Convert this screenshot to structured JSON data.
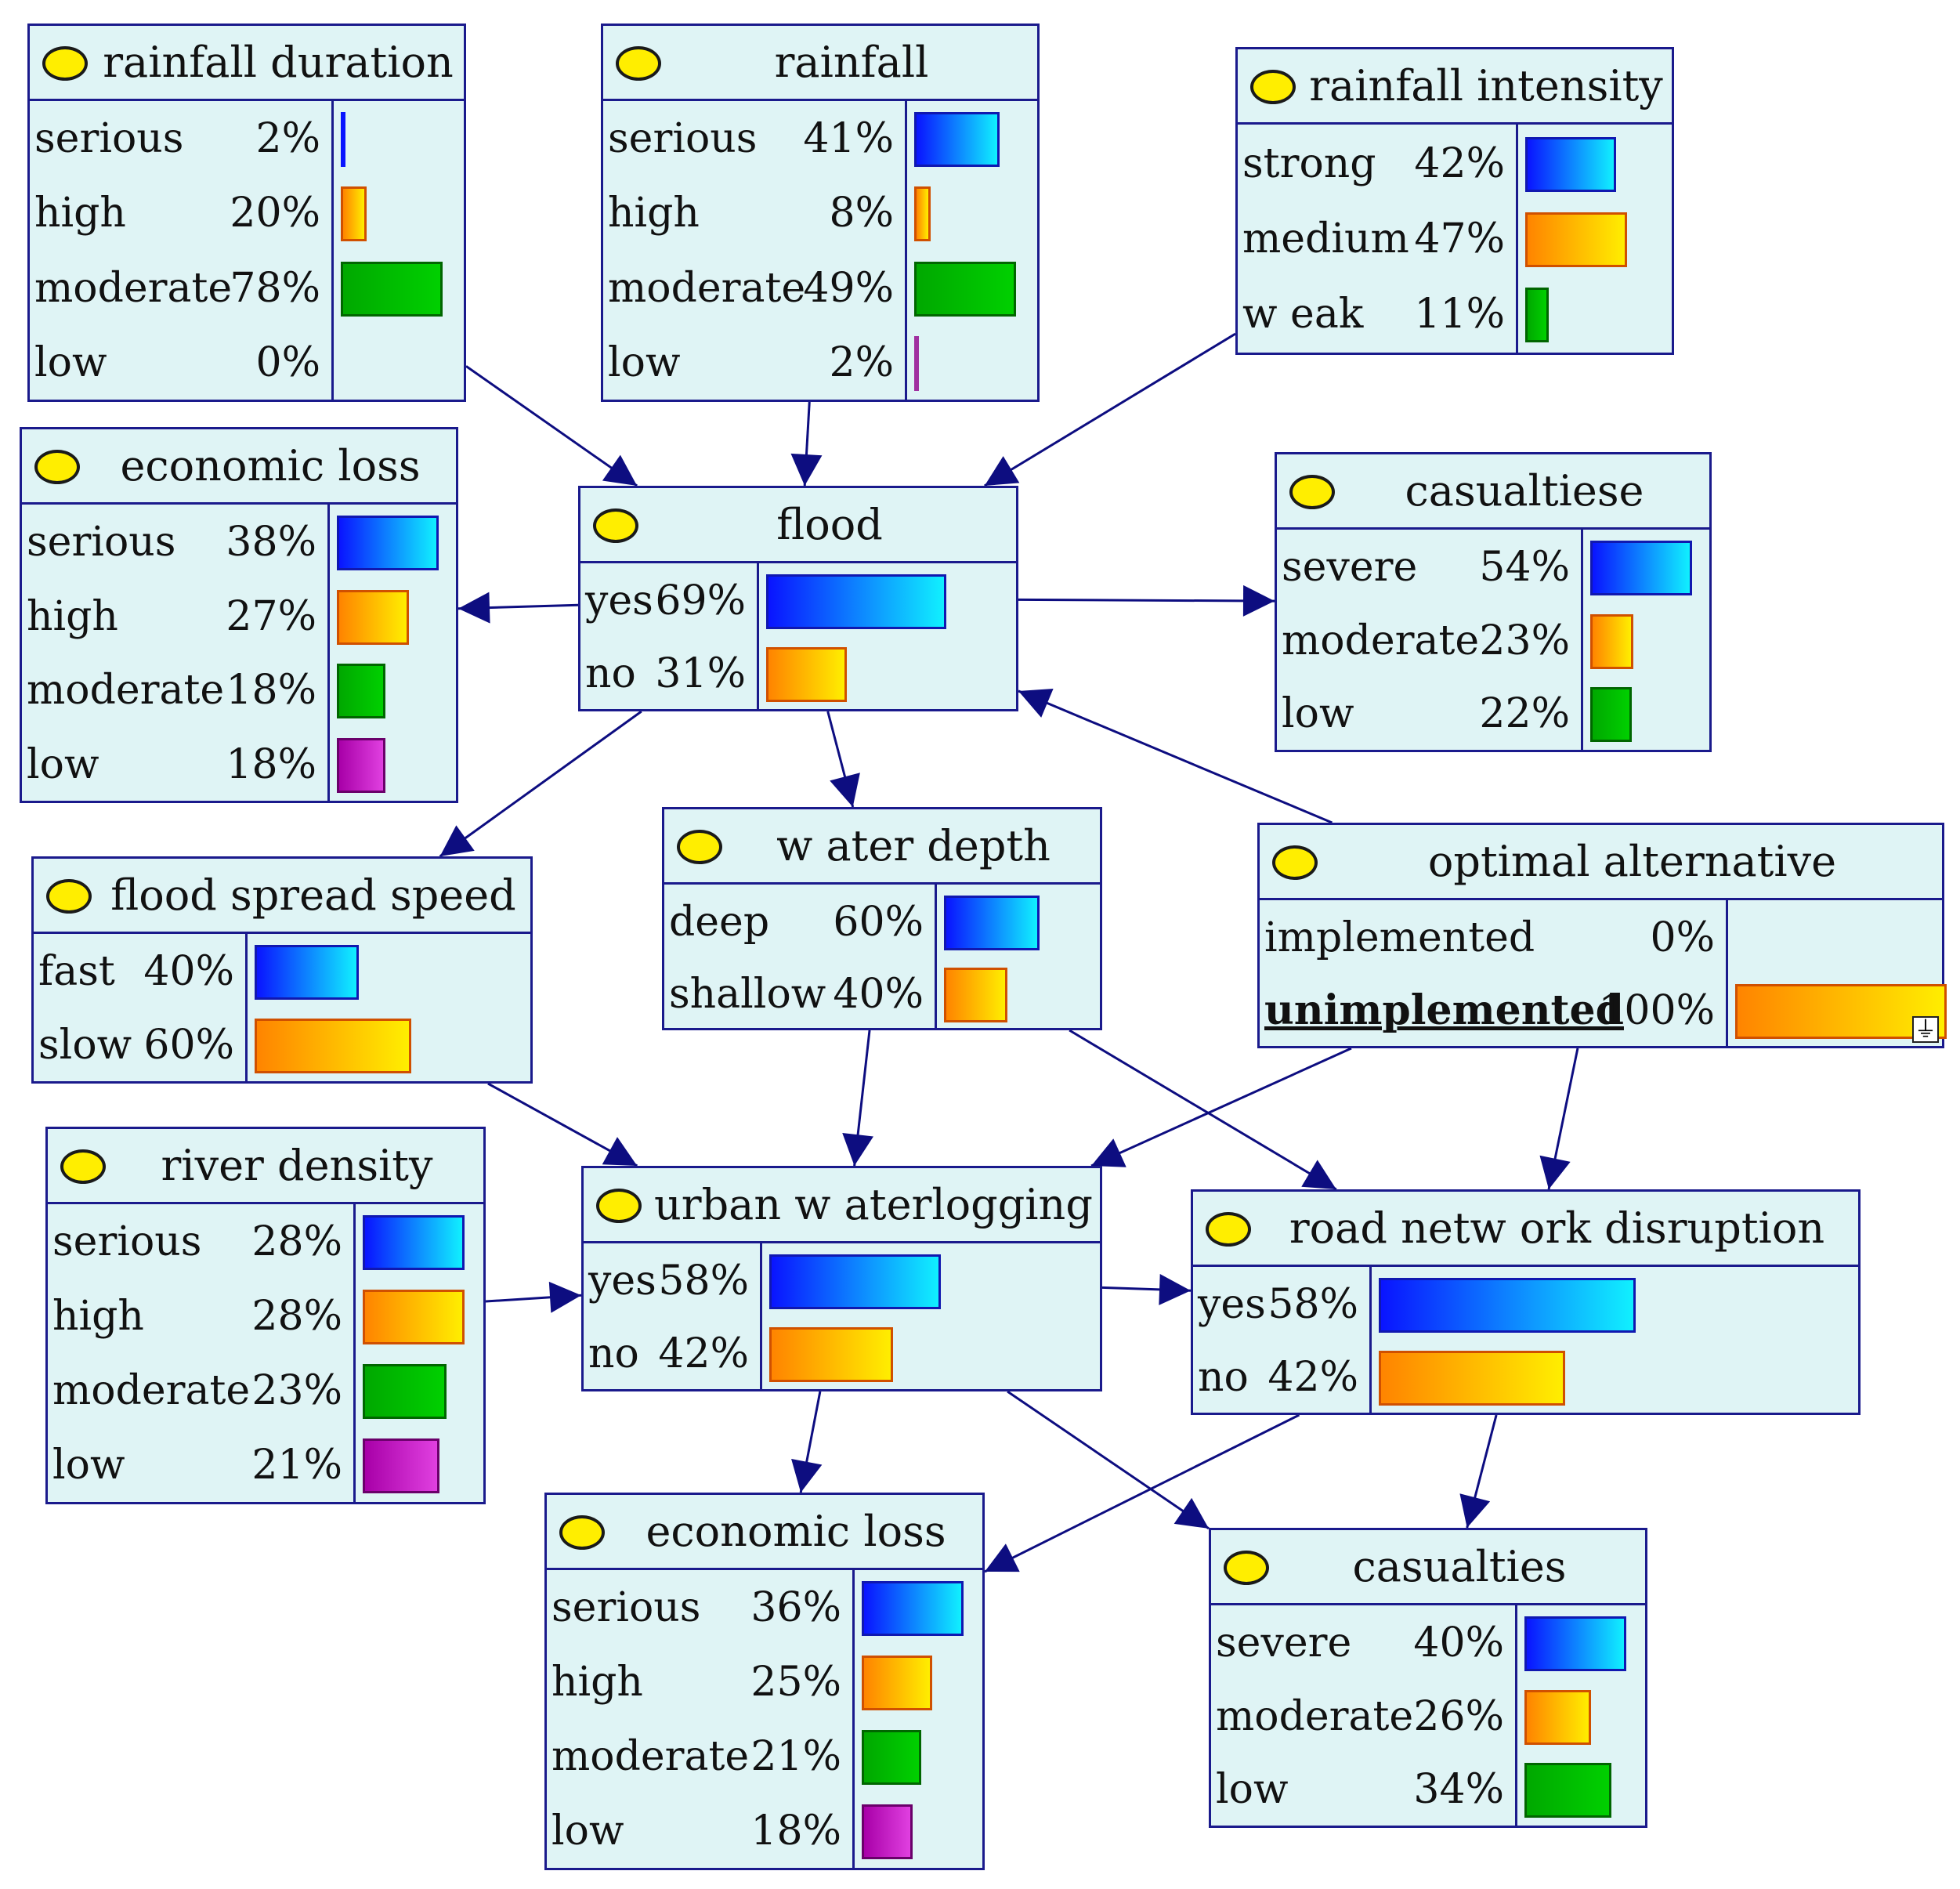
{
  "colors": {
    "node_bg": "#dff4f5",
    "border": "#1a1a8c",
    "bulb": "#ffee00",
    "arrow": "#0d0d80"
  },
  "nodes": {
    "rainfall_duration": {
      "title": "rainfall duration",
      "states": [
        {
          "label": "serious",
          "pct": "2%",
          "value": 2
        },
        {
          "label": "high",
          "pct": "20%",
          "value": 20
        },
        {
          "label": "moderate",
          "pct": "78%",
          "value": 78
        },
        {
          "label": "low",
          "pct": "0%",
          "value": 0
        }
      ]
    },
    "rainfall": {
      "title": "rainfall",
      "states": [
        {
          "label": "serious",
          "pct": "41%",
          "value": 41
        },
        {
          "label": "high",
          "pct": "8%",
          "value": 8
        },
        {
          "label": "moderate",
          "pct": "49%",
          "value": 49
        },
        {
          "label": "low",
          "pct": "2%",
          "value": 2
        }
      ]
    },
    "rainfall_intensity": {
      "title": "rainfall intensity",
      "states": [
        {
          "label": "strong",
          "pct": "42%",
          "value": 42
        },
        {
          "label": "medium",
          "pct": "47%",
          "value": 47
        },
        {
          "label": "w eak",
          "pct": "11%",
          "value": 11
        }
      ]
    },
    "economic_loss_top": {
      "title": "economic loss",
      "states": [
        {
          "label": "serious",
          "pct": "38%",
          "value": 38
        },
        {
          "label": "high",
          "pct": "27%",
          "value": 27
        },
        {
          "label": "moderate",
          "pct": "18%",
          "value": 18
        },
        {
          "label": "low",
          "pct": "18%",
          "value": 18
        }
      ]
    },
    "flood": {
      "title": "flood",
      "states": [
        {
          "label": "yes",
          "pct": "69%",
          "value": 69
        },
        {
          "label": "no",
          "pct": "31%",
          "value": 31
        }
      ]
    },
    "casualtiese": {
      "title": "casualtiese",
      "states": [
        {
          "label": "severe",
          "pct": "54%",
          "value": 54
        },
        {
          "label": "moderate",
          "pct": "23%",
          "value": 23
        },
        {
          "label": "low",
          "pct": "22%",
          "value": 22
        }
      ]
    },
    "flood_spread_speed": {
      "title": "flood spread speed",
      "states": [
        {
          "label": "fast",
          "pct": "40%",
          "value": 40
        },
        {
          "label": "slow",
          "pct": "60%",
          "value": 60
        }
      ]
    },
    "water_depth": {
      "title": "w ater depth",
      "states": [
        {
          "label": "deep",
          "pct": "60%",
          "value": 60
        },
        {
          "label": "shallow",
          "pct": "40%",
          "value": 40
        }
      ]
    },
    "optimal_alternative": {
      "title": "optimal alternative",
      "states": [
        {
          "label": "implemented",
          "pct": "0%",
          "value": 0
        },
        {
          "label": "unimplemented",
          "pct": "100%",
          "value": 100
        }
      ]
    },
    "river_density": {
      "title": "river density",
      "states": [
        {
          "label": "serious",
          "pct": "28%",
          "value": 28
        },
        {
          "label": "high",
          "pct": "28%",
          "value": 28
        },
        {
          "label": "moderate",
          "pct": "23%",
          "value": 23
        },
        {
          "label": "low",
          "pct": "21%",
          "value": 21
        }
      ]
    },
    "urban_waterlogging": {
      "title": "urban w aterlogging",
      "states": [
        {
          "label": "yes",
          "pct": "58%",
          "value": 58
        },
        {
          "label": "no",
          "pct": "42%",
          "value": 42
        }
      ]
    },
    "road_network_disruption": {
      "title": "road netw ork disruption",
      "states": [
        {
          "label": "yes",
          "pct": "58%",
          "value": 58
        },
        {
          "label": "no",
          "pct": "42%",
          "value": 42
        }
      ]
    },
    "economic_loss_bottom": {
      "title": "economic loss",
      "states": [
        {
          "label": "serious",
          "pct": "36%",
          "value": 36
        },
        {
          "label": "high",
          "pct": "25%",
          "value": 25
        },
        {
          "label": "moderate",
          "pct": "21%",
          "value": 21
        },
        {
          "label": "low",
          "pct": "18%",
          "value": 18
        }
      ]
    },
    "casualties": {
      "title": "casualties",
      "states": [
        {
          "label": "severe",
          "pct": "40%",
          "value": 40
        },
        {
          "label": "moderate",
          "pct": "26%",
          "value": 26
        },
        {
          "label": "low",
          "pct": "34%",
          "value": 34
        }
      ]
    }
  },
  "edges": [
    {
      "from": "rainfall_duration",
      "to": "flood"
    },
    {
      "from": "rainfall",
      "to": "flood"
    },
    {
      "from": "rainfall_intensity",
      "to": "flood"
    },
    {
      "from": "flood",
      "to": "economic_loss_top"
    },
    {
      "from": "flood",
      "to": "casualtiese"
    },
    {
      "from": "optimal_alternative",
      "to": "flood"
    },
    {
      "from": "flood",
      "to": "flood_spread_speed"
    },
    {
      "from": "flood",
      "to": "water_depth"
    },
    {
      "from": "flood_spread_speed",
      "to": "urban_waterlogging"
    },
    {
      "from": "water_depth",
      "to": "urban_waterlogging"
    },
    {
      "from": "water_depth",
      "to": "road_network_disruption"
    },
    {
      "from": "optimal_alternative",
      "to": "urban_waterlogging"
    },
    {
      "from": "optimal_alternative",
      "to": "road_network_disruption"
    },
    {
      "from": "river_density",
      "to": "urban_waterlogging"
    },
    {
      "from": "urban_waterlogging",
      "to": "road_network_disruption"
    },
    {
      "from": "urban_waterlogging",
      "to": "economic_loss_bottom"
    },
    {
      "from": "urban_waterlogging",
      "to": "casualties"
    },
    {
      "from": "road_network_disruption",
      "to": "economic_loss_bottom"
    },
    {
      "from": "road_network_disruption",
      "to": "casualties"
    }
  ]
}
